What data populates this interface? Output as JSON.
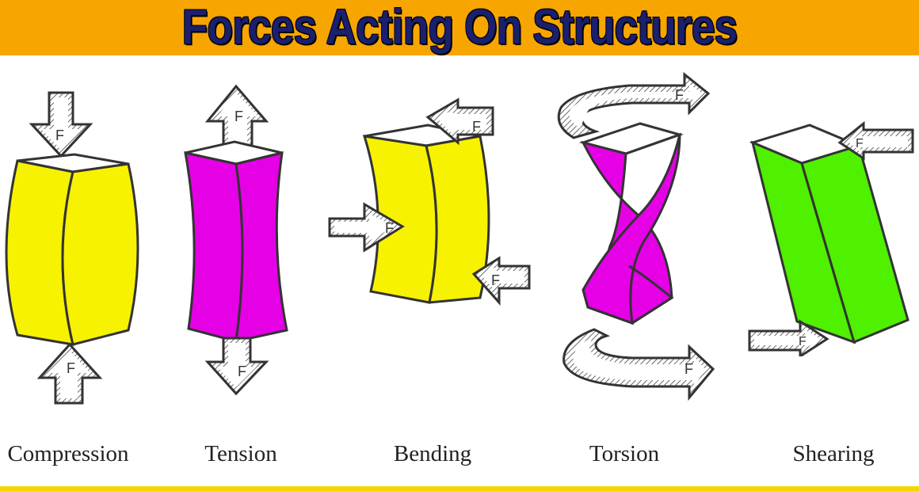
{
  "title": "Forces Acting On Structures",
  "force_symbol": "F",
  "colors": {
    "banner": "#f7a500",
    "title_text": "#1a1f6e",
    "yellow": "#f7f200",
    "magenta": "#e600e6",
    "green": "#4ff000",
    "outline": "#333333",
    "bottom_bar": "#f7d400"
  },
  "forces": [
    {
      "id": "compression",
      "label": "Compression",
      "color": "yellow",
      "arrows": "two arrows pushing inward on the block"
    },
    {
      "id": "tension",
      "label": "Tension",
      "color": "magenta",
      "arrows": "two arrows pulling outward from the block"
    },
    {
      "id": "bending",
      "label": "Bending",
      "color": "yellow",
      "arrows": "three arrows bending the block"
    },
    {
      "id": "torsion",
      "label": "Torsion",
      "color": "magenta",
      "arrows": "two curved arrows twisting the block"
    },
    {
      "id": "shearing",
      "label": "Shearing",
      "color": "green",
      "arrows": "two opposite arrows sliding the block"
    }
  ]
}
